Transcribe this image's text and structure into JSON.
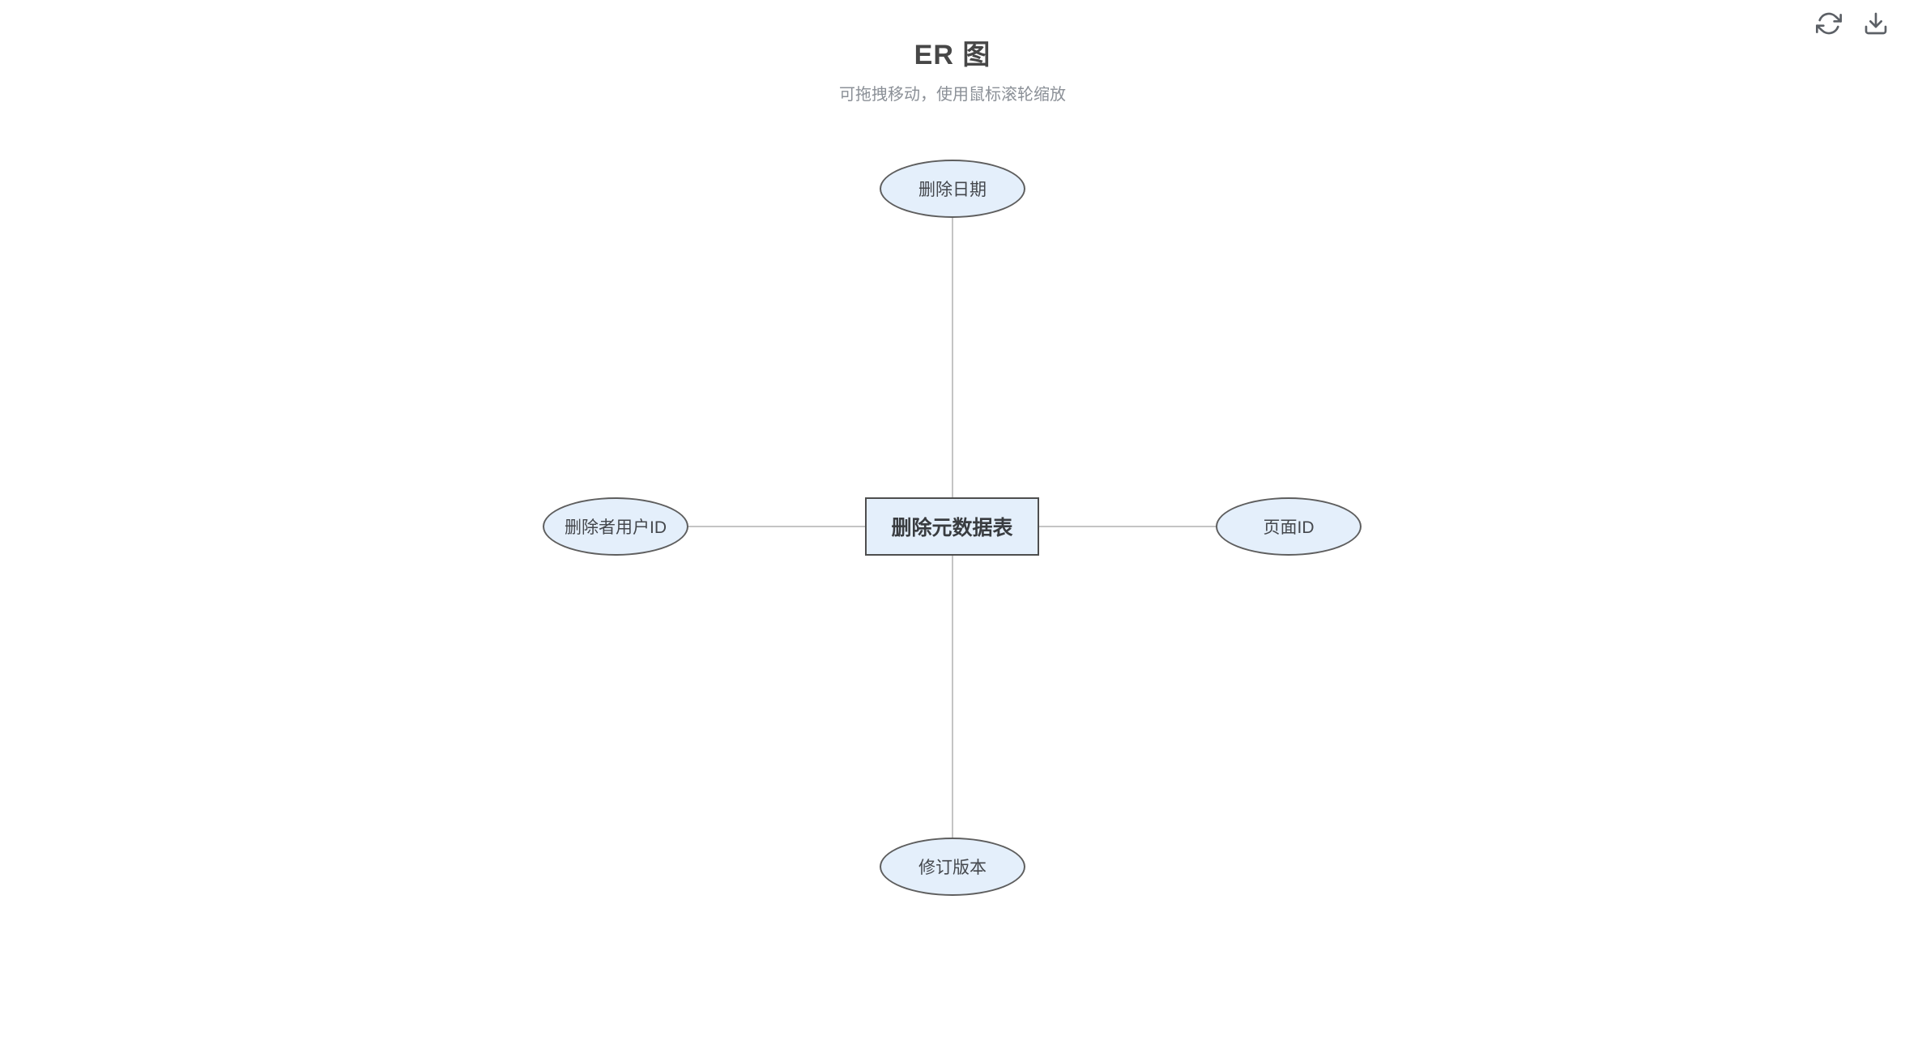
{
  "header": {
    "title": "ER 图",
    "subtitle": "可拖拽移动，使用鼠标滚轮缩放"
  },
  "toolbar": {
    "icons": [
      {
        "name": "refresh-icon",
        "meaning": "重新加载 / refresh"
      },
      {
        "name": "download-icon",
        "meaning": "下载图片 / download"
      }
    ]
  },
  "colors": {
    "node_fill": "#e4effb",
    "attribute_border": "#5e5e5e",
    "entity_border": "#4e4e4e",
    "connector": "#c4c4c4",
    "title_text": "#474747",
    "subtitle_text": "#8b9097",
    "icon_stroke": "#5c6066"
  },
  "diagram": {
    "entity": {
      "label": "删除元数据表",
      "shape": "rectangle"
    },
    "attributes": [
      {
        "label": "删除日期",
        "shape": "ellipse",
        "position": "top"
      },
      {
        "label": "删除者用户ID",
        "shape": "ellipse",
        "position": "left"
      },
      {
        "label": "页面ID",
        "shape": "ellipse",
        "position": "right"
      },
      {
        "label": "修订版本",
        "shape": "ellipse",
        "position": "bottom"
      }
    ],
    "edges": [
      {
        "from": "删除元数据表",
        "to": "删除日期"
      },
      {
        "from": "删除元数据表",
        "to": "删除者用户ID"
      },
      {
        "from": "删除元数据表",
        "to": "页面ID"
      },
      {
        "from": "删除元数据表",
        "to": "修订版本"
      }
    ]
  }
}
